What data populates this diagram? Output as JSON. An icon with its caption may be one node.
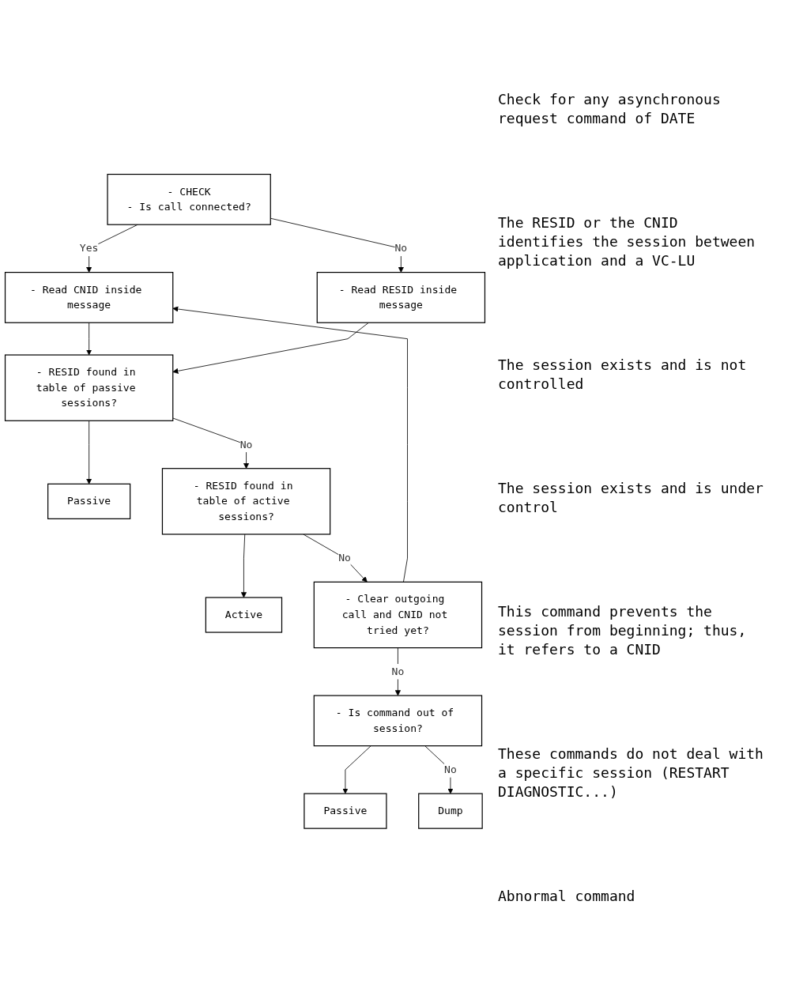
{
  "diagram": {
    "nodes": [
      {
        "text": [
          "- CHECK",
          "- Is call connected?"
        ]
      },
      {
        "text": [
          "- Read CNID inside message"
        ]
      },
      {
        "text": [
          "- Read RESID inside message"
        ]
      },
      {
        "text": [
          "- RESID found in table of passive sessions?"
        ]
      },
      {
        "text": [
          "Passive"
        ]
      },
      {
        "text": [
          "- RESID found in table of active sessions?"
        ]
      },
      {
        "text": [
          "Active"
        ]
      },
      {
        "text": [
          "- Clear outgoing call and CNID not tried yet?"
        ]
      },
      {
        "text": [
          "- Is command out of session?"
        ]
      },
      {
        "text": [
          "Passive"
        ]
      },
      {
        "text": [
          "Dump"
        ]
      }
    ],
    "edges": [
      {
        "from": 0,
        "to": 1,
        "arrow": "to",
        "label": "Yes"
      },
      {
        "from": 0,
        "to": 2,
        "arrow": "to",
        "label": "No"
      },
      {
        "from": 1,
        "to": 3,
        "arrow": "to"
      },
      {
        "from": 2,
        "to": 3,
        "arrow": "to"
      },
      {
        "from": 3,
        "to": 4,
        "arrow": "to"
      },
      {
        "from": 3,
        "to": 5,
        "arrow": "to",
        "label": "No"
      },
      {
        "from": 5,
        "to": 6,
        "arrow": "to"
      },
      {
        "from": 5,
        "to": 7,
        "arrow": "to",
        "label": "No"
      },
      {
        "from": 7,
        "to": 1,
        "arrow": "to"
      },
      {
        "from": 7,
        "to": 8,
        "arrow": "to",
        "label": "No"
      },
      {
        "from": 8,
        "to": 9,
        "arrow": "to"
      },
      {
        "from": 8,
        "to": 10,
        "arrow": "to",
        "label": "No"
      }
    ],
    "labels": [
      "Check for any asynchronous request command of DATE",
      "The RESID or the CNID identifies the session between application and a VC-LU",
      "The session exists and is not controlled",
      "The session exists and is under control",
      "This command prevents the session from beginning; thus, it refers to a CNID",
      "These commands do not deal with a specific session (RESTART DIAGNOSTIC...)",
      "Abnormal command"
    ]
  }
}
